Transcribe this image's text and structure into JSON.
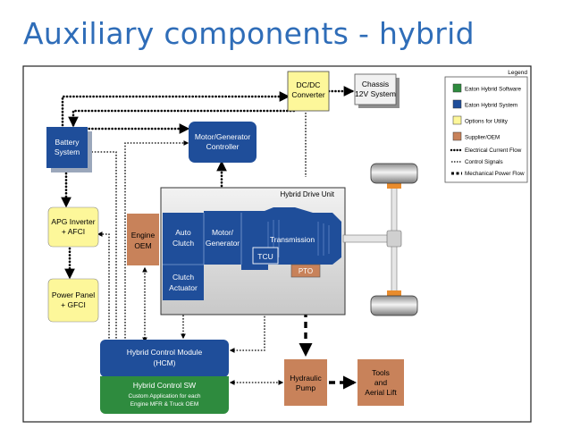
{
  "slide": {
    "title": "Auxiliary components - hybrid"
  },
  "diagram": {
    "legend": {
      "title": "Legend",
      "items": [
        {
          "label": "Eaton Hybrid Software",
          "color": "#2e8b3e"
        },
        {
          "label": "Eaton Hybrid System",
          "color": "#1f4e9a"
        },
        {
          "label": "Options for Utility",
          "color": "#fdf79a"
        },
        {
          "label": "Supplier/OEM",
          "color": "#c8825a"
        }
      ],
      "lines": [
        {
          "label": "Electrical Current Flow"
        },
        {
          "label": "Control Signals"
        },
        {
          "label": "Mechanical Power Flow"
        }
      ]
    },
    "nodes": {
      "dcdc": {
        "line1": "DC/DC",
        "line2": "Converter"
      },
      "chassis": {
        "line1": "Chassis",
        "line2": "12V System"
      },
      "battery": {
        "line1": "Battery",
        "line2": "System"
      },
      "mgc": {
        "line1": "Motor/Generator",
        "line2": "Controller"
      },
      "hdu": {
        "label": "Hybrid Drive Unit"
      },
      "apg": {
        "line1": "APG Inverter",
        "line2": "+ AFCI"
      },
      "engine": {
        "line1": "Engine",
        "line2": "OEM"
      },
      "autoclutch": {
        "line1": "Auto",
        "line2": "Clutch"
      },
      "motorgen": {
        "line1": "Motor/",
        "line2": "Generator"
      },
      "transmission": {
        "label": "Transmission"
      },
      "tcu": {
        "label": "TCU"
      },
      "pto": {
        "label": "PTO"
      },
      "clutchact": {
        "line1": "Clutch",
        "line2": "Actuator"
      },
      "powerpanel": {
        "line1": "Power Panel",
        "line2": "+ GFCI"
      },
      "hcm": {
        "line1": "Hybrid Control Module",
        "line2": "(HCM)"
      },
      "hcsw": {
        "line1": "Hybrid Control SW",
        "line2": "Custom Application for each",
        "line3": "Engine MFR & Truck OEM"
      },
      "pump": {
        "line1": "Hydraulic",
        "line2": "Pump"
      },
      "tools": {
        "line1": "Tools",
        "line2": "and",
        "line3": "Aerial Lift"
      }
    }
  }
}
